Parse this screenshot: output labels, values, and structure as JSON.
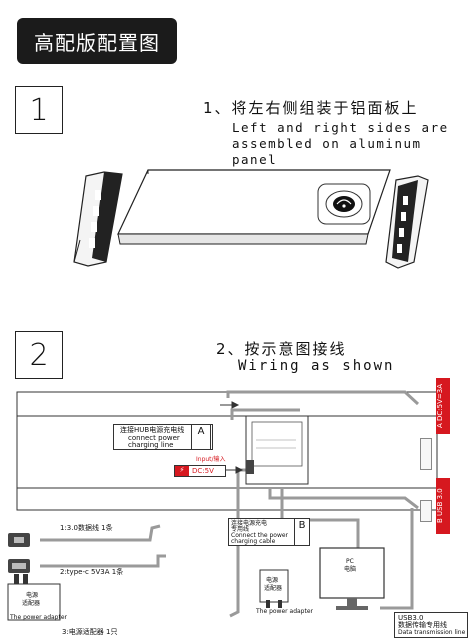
{
  "page_title": "高配版配置图",
  "step1": {
    "number": "1",
    "cn": "1、将左右侧组装于铝面板上",
    "en_line1": "Left and right sides are",
    "en_line2": "assembled on aluminum panel"
  },
  "step2": {
    "number": "2",
    "cn": "2、按示意图接线",
    "en": "Wiring as shown"
  },
  "hub_label": {
    "cn": "连接HUB电源充电线",
    "en1": "connect power",
    "en2": "charging line",
    "letter": "A"
  },
  "input_label": "Input/输入",
  "dc_input": "DC:5V",
  "right_tag_a": "A  DC:5V=3A",
  "right_tag_b": "B  USB 3.0",
  "power_cable_label": {
    "cn1": "连接电源充电",
    "cn2": "专用线",
    "en1": "Connect the power",
    "en2": "charging cable",
    "letter": "B"
  },
  "cables": {
    "cable1": "1:3.0数据线 1条",
    "cable2": "2:type-c 5V3A 1条",
    "adapter": "3:电源适配器 1只"
  },
  "adapter_left": {
    "cn1": "电源",
    "cn2": "适配器",
    "en": "The power adapter"
  },
  "adapter_right": {
    "cn1": "电源",
    "cn2": "适配器",
    "en": "The power adapter"
  },
  "pc": {
    "en": "PC",
    "cn": "电脑"
  },
  "usb_label": {
    "line1": "USB3.0",
    "line2": "数据传输专用线",
    "line3": "Data transmission line"
  },
  "colors": {
    "banner": "#1b1b1b",
    "accent_red": "#d6181f",
    "wire": "#9a9a9a"
  }
}
